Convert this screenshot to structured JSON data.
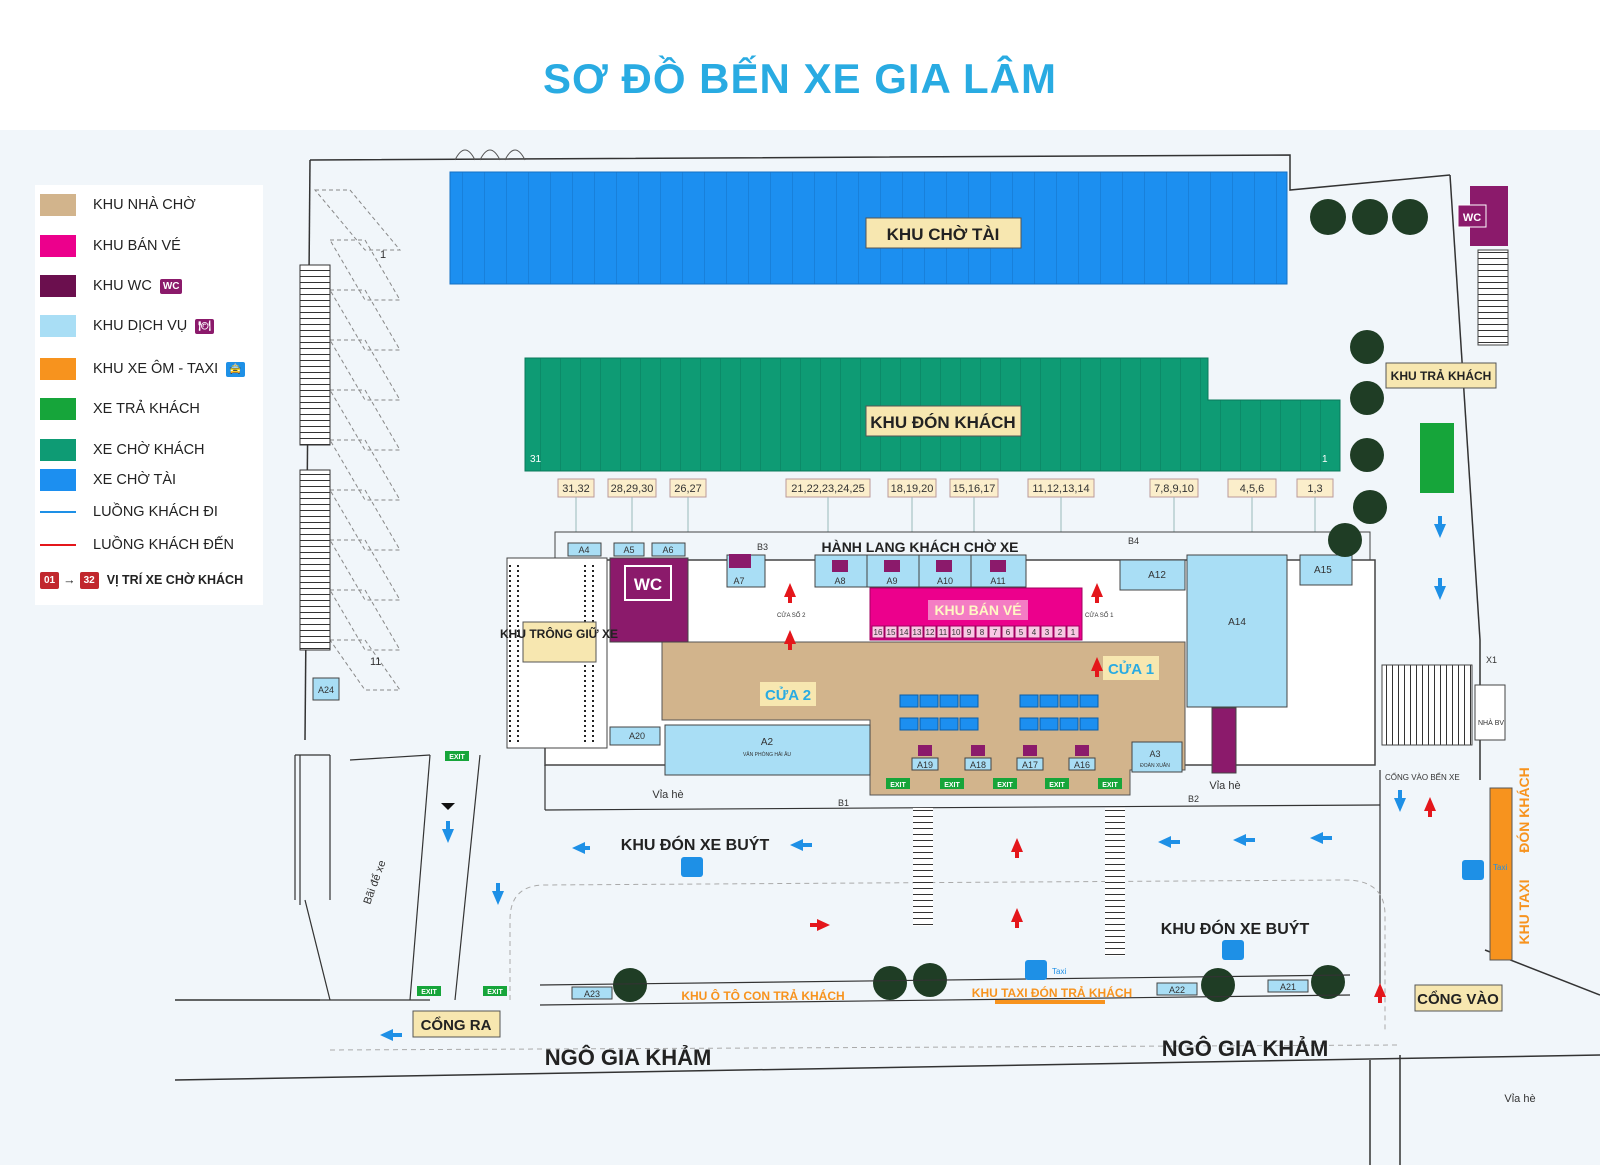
{
  "title": "SƠ ĐỒ BẾN XE GIA LÂM",
  "colors": {
    "waiting_hall": "#d2b48c",
    "ticket": "#ec008c",
    "wc": "#8b1a6b",
    "service": "#a9def5",
    "taxi": "#f7931e",
    "drop_off": "#16a53a",
    "pickup": "#0e9b74",
    "standby": "#1c8ff0",
    "arrow_blue": "#1e90e6",
    "arrow_red": "#e4161b",
    "title": "#29abe2"
  },
  "legend": {
    "items": [
      {
        "label": "KHU NHÀ CHỜ",
        "color": "#d2b48c"
      },
      {
        "label": "KHU BÁN VÉ",
        "color": "#ec008c"
      },
      {
        "label": "KHU WC",
        "color": "#6b0f4e",
        "icon": "WC"
      },
      {
        "label": "KHU DỊCH VỤ",
        "color": "#a9def5",
        "icon": "🍽"
      },
      {
        "label": "KHU XE ÔM - TAXI",
        "color": "#f7931e",
        "icon": "🚖"
      },
      {
        "label": "XE TRẢ KHÁCH",
        "color": "#16a53a"
      },
      {
        "label": "XE CHỜ KHÁCH",
        "color": "#0e9b74"
      },
      {
        "label": "XE CHỜ TÀI",
        "color": "#1c8ff0"
      },
      {
        "label": "LUỒNG KHÁCH ĐI",
        "color": "#1e90e6"
      },
      {
        "label": "LUỒNG KHÁCH ĐẾN",
        "color": "#e4161b"
      }
    ],
    "positions_label": "VỊ TRÍ XE CHỜ KHÁCH",
    "positions_from": "01",
    "positions_to": "32"
  },
  "zones": {
    "standby": "KHU CHỜ TÀI",
    "pickup": "KHU ĐÓN KHÁCH",
    "dropoff": "KHU TRẢ KHÁCH",
    "corridor": "HÀNH LANG KHÁCH CHỜ XE",
    "ticket": "KHU BÁN VÉ",
    "parking": "KHU TRÔNG GIỮ XE",
    "door1": "CỬA 1",
    "door2": "CỬA 2",
    "bus_left": "KHU ĐÓN XE BUÝT",
    "bus_right": "KHU ĐÓN XE BUÝT",
    "car_drop": "KHU Ô TÔ CON TRẢ KHÁCH",
    "taxi_drop": "KHU TAXI ĐÓN TRẢ KHÁCH",
    "exit_gate": "CỔNG RA",
    "enter_gate": "CỔNG VÀO",
    "taxi_zone": "KHU TAXI",
    "pickup_side": "ĐÓN KHÁCH",
    "enter_gate_small": "CỔNG VÀO BẾN XE",
    "road": "NGÔ GIA KHẢM",
    "sidewalk": "Vỉa hè",
    "bike_lot": "Bãi để xe",
    "guard": "NHÀ BV",
    "x1": "X1",
    "wc": "WC",
    "exit": "EXIT",
    "taxi": "Taxi",
    "office_a2": "VĂN PHÒNG HẢI ÂU",
    "office_a3": "ĐOÀN XUÂN",
    "win1": "CỬA SỔ 1",
    "win2": "CỬA SỔ 2",
    "pos1": "1",
    "pos31": "31",
    "gate11": "11",
    "gate1": "1"
  },
  "bays": [
    {
      "label": "31,32"
    },
    {
      "label": "28,29,30"
    },
    {
      "label": "26,27"
    },
    {
      "label": "21,22,23,24,25"
    },
    {
      "label": "18,19,20"
    },
    {
      "label": "15,16,17"
    },
    {
      "label": "11,12,13,14"
    },
    {
      "label": "7,8,9,10"
    },
    {
      "label": "4,5,6"
    },
    {
      "label": "1,3"
    }
  ],
  "units": {
    "a2": "A2",
    "a3": "A3",
    "a4": "A4",
    "a5": "A5",
    "a6": "A6",
    "a7": "A7",
    "a8": "A8",
    "a9": "A9",
    "a10": "A10",
    "a11": "A11",
    "a12": "A12",
    "a14": "A14",
    "a15": "A15",
    "a16": "A16",
    "a17": "A17",
    "a18": "A18",
    "a19": "A19",
    "a20": "A20",
    "a21": "A21",
    "a22": "A22",
    "a23": "A23",
    "a24": "A24",
    "b1": "B1",
    "b2": "B2",
    "b3": "B3",
    "b4": "B4"
  },
  "windows": [
    "16",
    "15",
    "14",
    "13",
    "12",
    "11",
    "10",
    "9",
    "8",
    "7",
    "6",
    "5",
    "4",
    "3",
    "2",
    "1"
  ]
}
